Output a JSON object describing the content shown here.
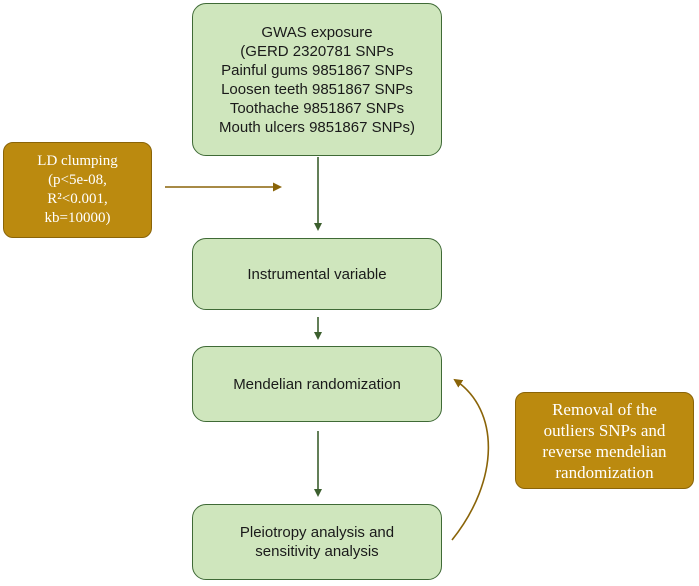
{
  "nodes": {
    "gwas": {
      "title": "GWAS exposure",
      "lines": [
        "(GERD 2320781 SNPs",
        "Painful gums 9851867 SNPs",
        "Loosen teeth 9851867 SNPs",
        "Toothache 9851867 SNPs",
        "Mouth ulcers 9851867 SNPs)"
      ]
    },
    "ld": {
      "lines": [
        "LD clumping",
        "(p<5e-08,",
        "R²<0.001,",
        "kb=10000)"
      ]
    },
    "iv": {
      "label": "Instrumental variable"
    },
    "mr": {
      "label": "Mendelian randomization"
    },
    "pleio": {
      "lines": [
        "Pleiotropy analysis and",
        "sensitivity analysis"
      ]
    },
    "removal": {
      "lines": [
        "Removal of the",
        "outliers SNPs and",
        "reverse mendelian",
        "randomization"
      ]
    }
  },
  "colors": {
    "box_fill": "#cfe6bd",
    "box_border": "#3f6a36",
    "gold_fill": "#bb8a0f",
    "arrow_green": "#3c5f2e",
    "arrow_brown": "#8a6408"
  }
}
